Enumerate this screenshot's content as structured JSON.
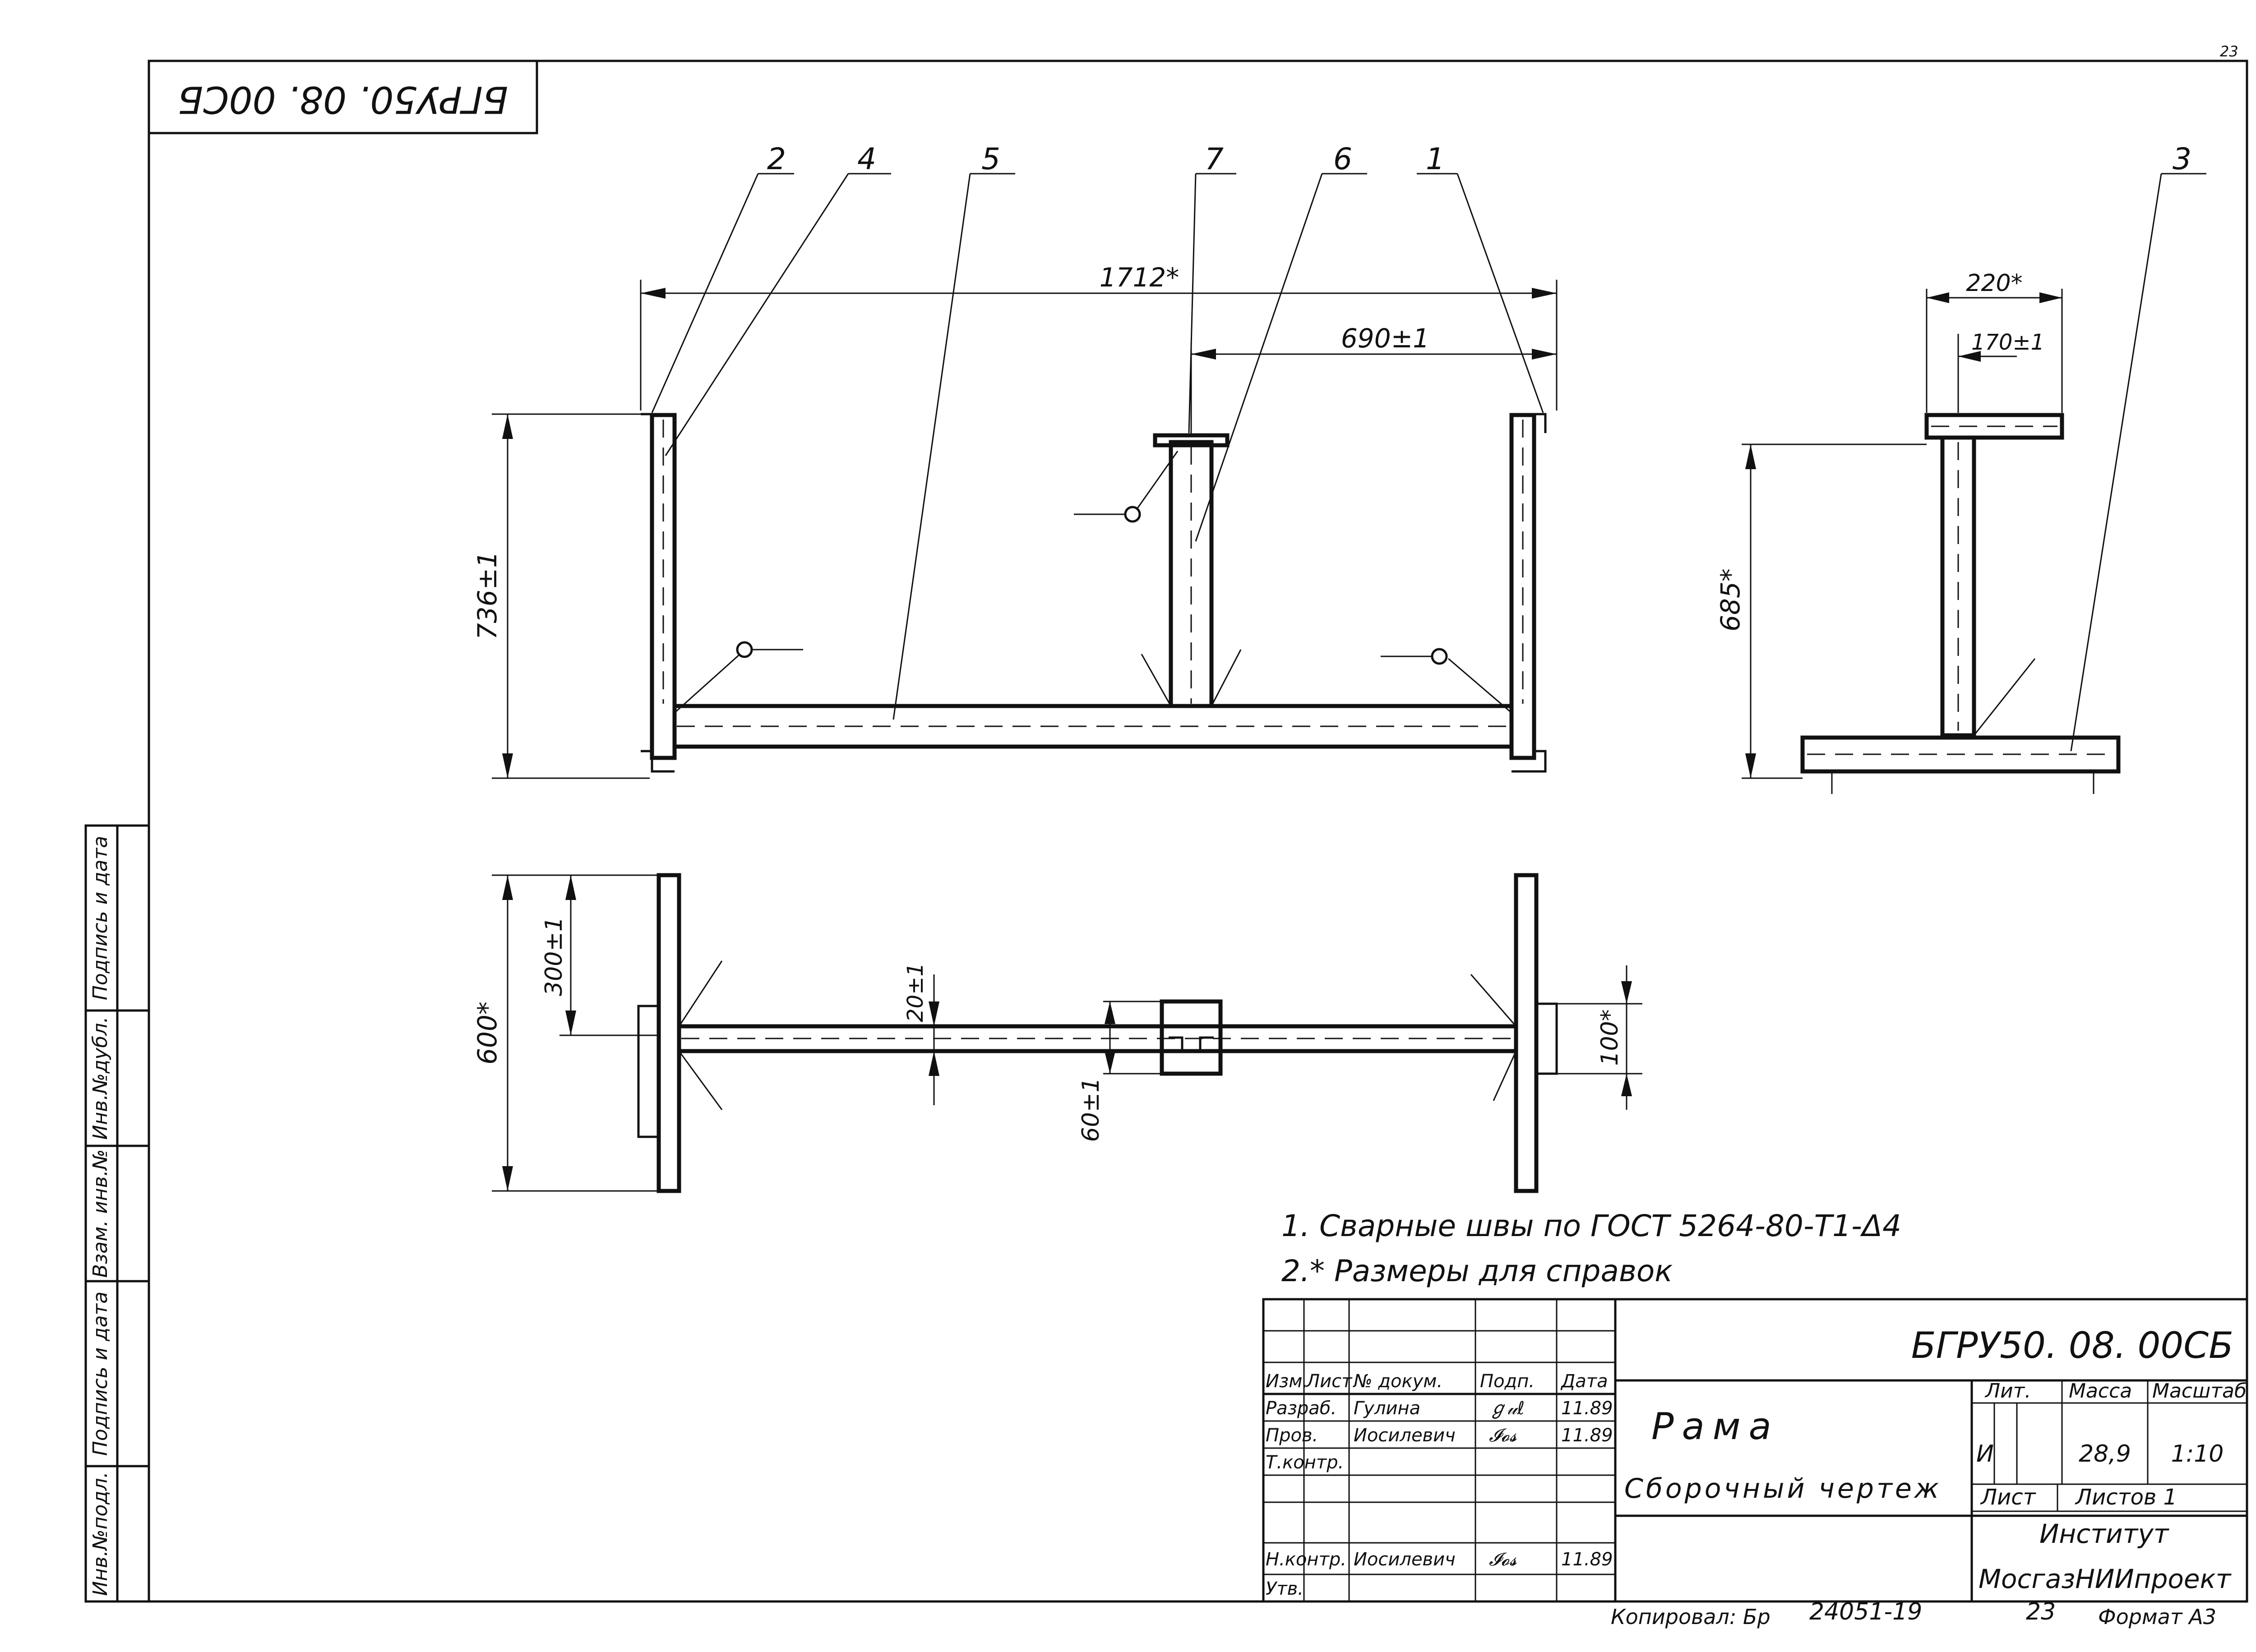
{
  "stamp_code": "БГРУ50. 08. 00СБ",
  "sheet_corner": "23",
  "positions": [
    "1",
    "2",
    "3",
    "4",
    "5",
    "6",
    "7"
  ],
  "dimensions": {
    "overall_width": "1712*",
    "centre_offset": "690±1",
    "frame_height": "736±1",
    "side_width": "220*",
    "side_inner": "170±1",
    "side_height": "685*",
    "plan_depth": "600*",
    "plan_half": "300±1",
    "bar_gap": "20±1",
    "bar_width": "60±1",
    "end_width": "100*"
  },
  "notes": [
    "1. Сварные швы по ГОСТ 5264-80-Т1-Δ4",
    "2.* Размеры для справок"
  ],
  "left_strip": [
    "Инв.№подл.",
    "Подпись и дата",
    "Взам. инв.№",
    "Инв.№дубл.",
    "Подпись и дата"
  ],
  "title_block": {
    "code": "БГРУ50. 08. 00СБ",
    "name": "Рама",
    "doc_type": "Сборочный чертеж",
    "head_cols": [
      "Изм.",
      "Лист",
      "№ докум.",
      "Подп.",
      "Дата"
    ],
    "rows": [
      {
        "role": "Разраб.",
        "name": "Гулина",
        "sign": "ℊ𝓊ℓ",
        "date": "11.89"
      },
      {
        "role": "Пров.",
        "name": "Иосилевич",
        "sign": "𝓘𝓸𝓼",
        "date": "11.89"
      },
      {
        "role": "Т.контр.",
        "name": "",
        "sign": "",
        "date": ""
      },
      {
        "role": "Н.контр.",
        "name": "Иосилевич",
        "sign": "𝓘𝓸𝓼",
        "date": "11.89"
      },
      {
        "role": "Утв.",
        "name": "",
        "sign": "",
        "date": ""
      }
    ],
    "lit_label": "Лит.",
    "mass_label": "Масса",
    "scale_label": "Масштаб",
    "lit_value": "И",
    "mass_value": "28,9",
    "scale_value": "1:10",
    "sheet_label": "Лист",
    "sheets_label": "Листов 1",
    "org_line1": "Институт",
    "org_line2": "МосгазНИИпроект"
  },
  "footer": {
    "copied": "Копировал: Бр",
    "number": "24051-19",
    "sheet": "23",
    "format": "Формат А3"
  }
}
